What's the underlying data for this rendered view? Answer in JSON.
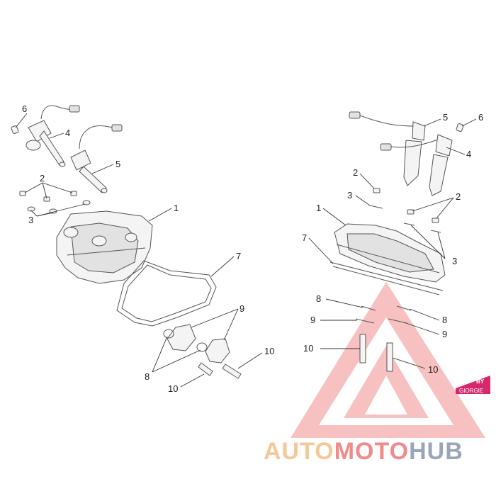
{
  "labels": {
    "left": {
      "l6": "6",
      "l4": "4",
      "l5": "5",
      "l2": "2",
      "l3": "3",
      "l1": "1",
      "l7": "7",
      "l9": "9",
      "l8": "8",
      "l10a": "10",
      "l10b": "10"
    },
    "right": {
      "r5": "5",
      "r6": "6",
      "r4": "4",
      "r2a": "2",
      "r3a": "3",
      "r2b": "2",
      "r1": "1",
      "r7": "7",
      "r3b": "3",
      "r8a": "8",
      "r8b": "8",
      "r9a": "9",
      "r9b": "9",
      "r10a": "10",
      "r10b": "10"
    }
  },
  "watermark": {
    "auto": "AUTO",
    "moto": "MOTO",
    "hub": "HUB",
    "colors": {
      "auto": "#f5c89a",
      "moto": "#f28a8a",
      "hub": "#9aa6b8",
      "triangle": "#ec6a6a"
    }
  },
  "badge": {
    "line1": "BY",
    "line2": "GIORGIE",
    "color": "#d6286c"
  }
}
